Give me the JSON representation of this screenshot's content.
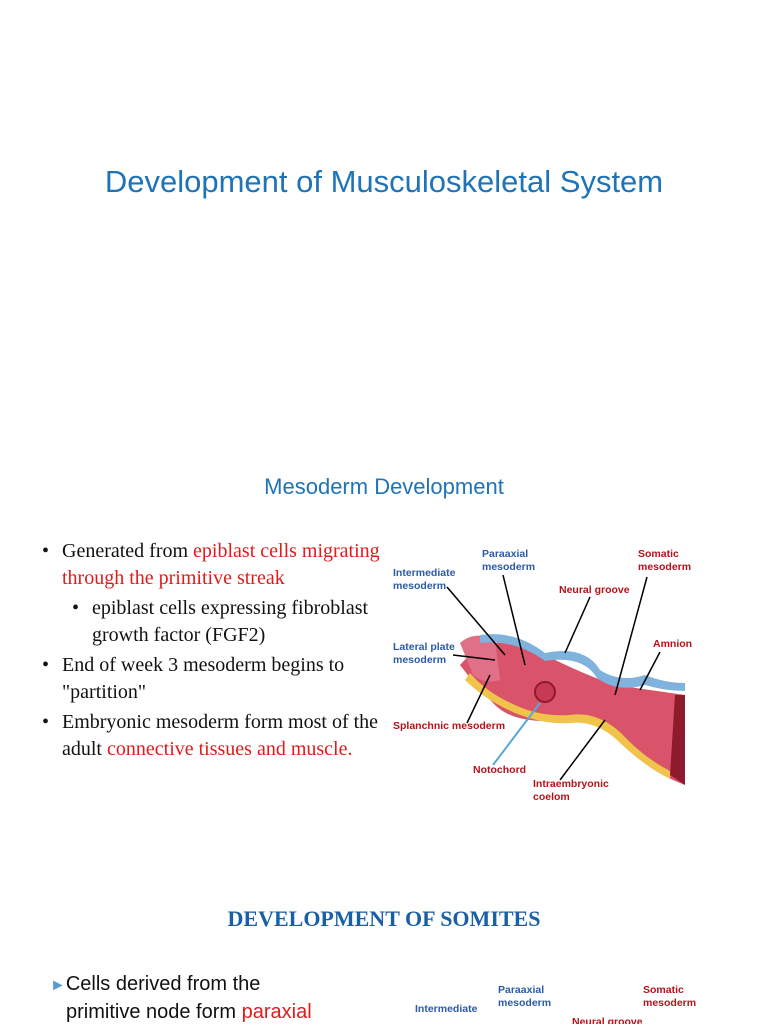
{
  "slide1": {
    "title": "Development of Musculoskeletal System"
  },
  "slide2": {
    "title": "Mesoderm Development",
    "bullets": [
      {
        "a": "Generated from ",
        "r": "epiblast cells migrating through the primitive streak"
      },
      {
        "a": "epiblast cells expressing fibroblast growth factor (FGF2)"
      },
      {
        "a": "End of week 3 mesoderm begins to \"partition\""
      },
      {
        "a": "Embryonic mesoderm form most of the adult ",
        "r": "connective tissues and muscle."
      }
    ],
    "diagram_labels": {
      "intermediate": "Intermediate\nmesoderm",
      "paraxial": "Paraaxial\nmesoderm",
      "somatic": "Somatic\nmesoderm",
      "neural_groove": "Neural groove",
      "amnion": "Amnion",
      "lateral_plate": "Lateral plate\nmesoderm",
      "splanchnic": "Splanchnic mesoderm",
      "notochord": "Notochord",
      "coelom": "Intraembryonic\ncoelom"
    }
  },
  "slide3": {
    "title": "DEVELOPMENT OF SOMITES",
    "bullet_a": "Cells derived from the",
    "bullet_b": "primitive node form ",
    "bullet_r": "paraxial",
    "diagram_labels": {
      "intermediate": "Intermediate\nmesoderm",
      "paraxial": "Paraaxial\nmesoderm",
      "somatic": "Somatic\nmesoderm",
      "neural_groove": "Neural groove"
    }
  },
  "colors": {
    "title_blue": "#1f74b8",
    "highlight_red": "#e01b1b",
    "label_blue": "#2b5aa6",
    "label_red": "#b5121b"
  }
}
